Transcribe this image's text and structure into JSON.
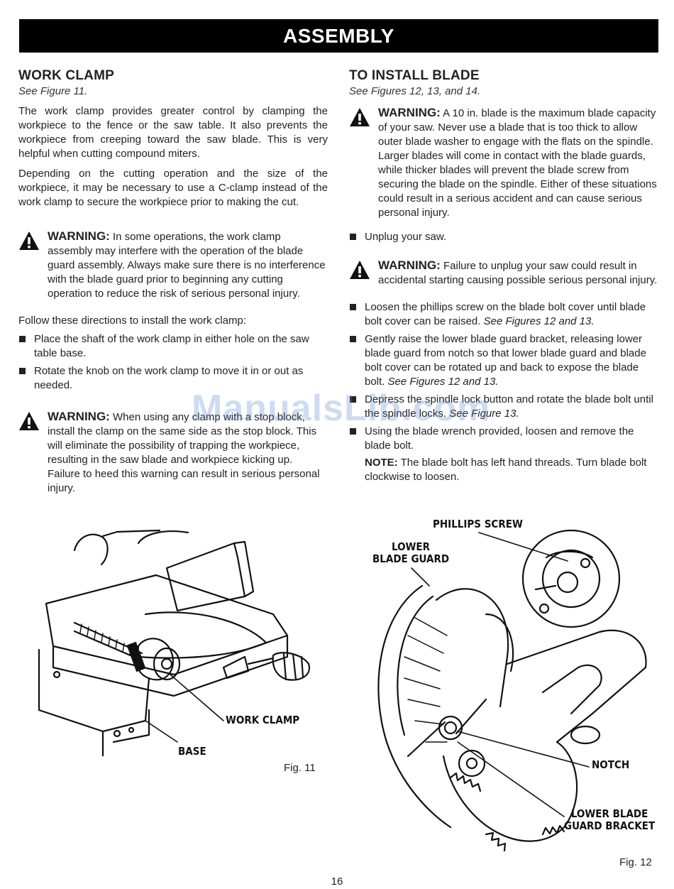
{
  "header": {
    "title": "ASSEMBLY"
  },
  "left": {
    "heading": "WORK CLAMP",
    "ref": "See Figure 11.",
    "p1": "The work clamp provides greater control by clamping the workpiece to the fence or the saw table. It also prevents the workpiece from creeping toward the saw blade. This is very helpful when cutting compound miters.",
    "p2": "Depending on the cutting operation and the size of the workpiece, it may be necessary to use a C-clamp instead of the work clamp to secure the workpiece prior to making the cut.",
    "warn1": {
      "title": "WARNING:",
      "text": " In some operations, the work clamp assembly may interfere with the operation of the blade guard assembly. Always make sure there is no interference with the blade guard prior to beginning any cutting operation to reduce the risk of serious personal injury."
    },
    "follow": "Follow these directions to install the work clamp:",
    "bullets": [
      "Place the shaft of the work clamp in either hole on the saw table base.",
      "Rotate the knob on the work clamp to move it in or out as needed."
    ],
    "warn2": {
      "title": "WARNING:",
      "text": " When using any clamp with a stop block, install the clamp on the same side as the stop block. This will eliminate the possibility of trapping the workpiece, resulting in the saw blade and workpiece kicking up. Failure to heed this warning can result in serious personal injury."
    },
    "fig": {
      "label_clamp": "WORK CLAMP",
      "label_base": "BASE",
      "caption": "Fig. 11"
    }
  },
  "right": {
    "heading": "TO INSTALL BLADE",
    "ref": "See Figures 12, 13, and 14.",
    "warn1": {
      "title": "WARNING:",
      "text": " A 10 in. blade is the maximum blade capacity of your saw. Never use a blade that is too thick to allow outer blade washer to engage with the flats on the spindle. Larger blades will come in contact with the blade guards, while thicker blades will prevent the blade screw from securing the blade on the spindle. Either of these situations could result in a serious accident and can cause serious personal injury."
    },
    "bullet_unplug": "Unplug your saw.",
    "warn2": {
      "title": "WARNING:",
      "text": " Failure to unplug your saw could result in accidental starting causing possible serious personal injury."
    },
    "bullets": [
      {
        "text": "Loosen the phillips screw on the blade bolt cover until blade bolt cover can be raised. ",
        "ref": "See Figures 12 and 13."
      },
      {
        "text": "Gently raise the lower blade guard bracket, releasing lower blade guard from notch so that lower blade guard and blade bolt cover can be rotated up and back to expose the blade bolt. ",
        "ref": "See Figures 12  and 13."
      },
      {
        "text": "Depress the spindle lock button and rotate the blade bolt until the spindle locks. ",
        "ref": "See Figure 13."
      },
      {
        "text": "Using the blade wrench provided, loosen and remove the blade bolt.",
        "ref": ""
      }
    ],
    "note_label": "NOTE:",
    "note_text": " The blade bolt has left hand threads. Turn blade bolt clockwise to loosen.",
    "fig": {
      "label_phillips": "PHILLIPS SCREW",
      "label_lower": "LOWER\nBLADE GUARD",
      "label_notch": "NOTCH",
      "label_bracket": "LOWER BLADE\nGUARD BRACKET",
      "caption": "Fig. 12"
    }
  },
  "page_number": "16",
  "watermark": "ManualsLib.com"
}
